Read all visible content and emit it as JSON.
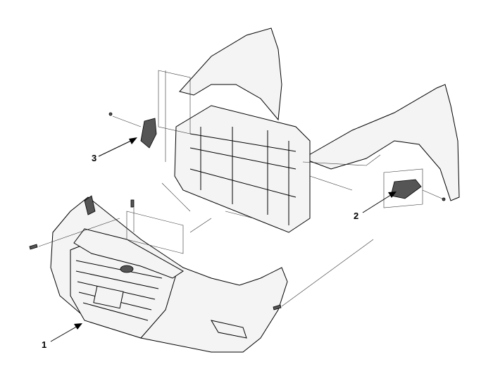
{
  "diagram": {
    "type": "exploded-parts-view",
    "callouts": [
      {
        "id": "1",
        "label": "1"
      },
      {
        "id": "2",
        "label": "2"
      },
      {
        "id": "3",
        "label": "3"
      }
    ]
  }
}
